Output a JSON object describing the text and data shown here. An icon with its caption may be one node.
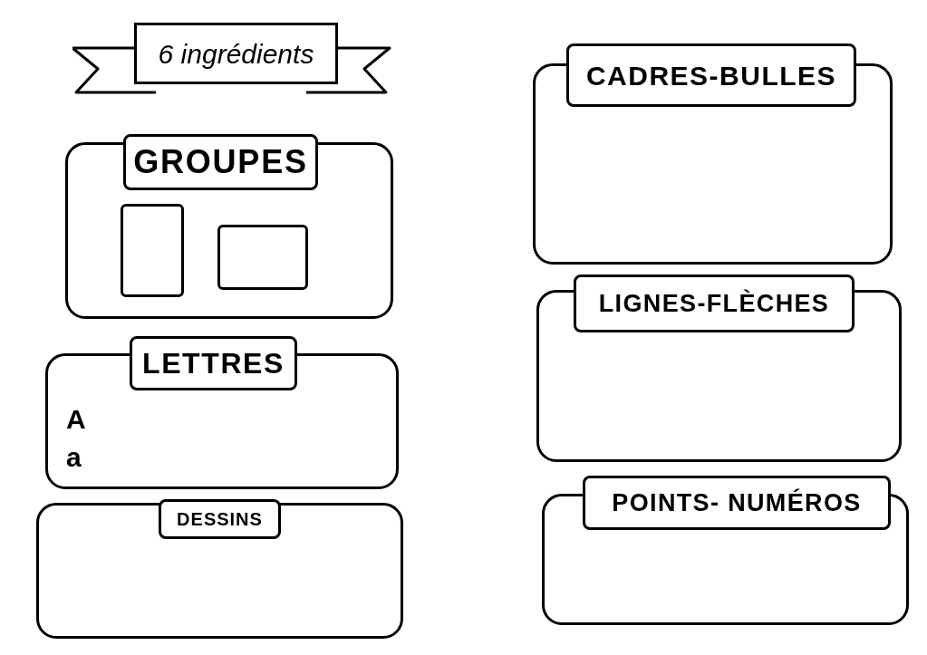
{
  "diagram": {
    "title": "6 ingrédients",
    "nodes": [
      {
        "text": [
          "GROUPES"
        ]
      },
      {
        "text": [],
        "shape": "box",
        "in": 0
      },
      {
        "text": [],
        "shape": "box",
        "in": 0
      },
      {
        "text": [
          "LETTRES"
        ]
      },
      {
        "text": [
          "DESSINS"
        ]
      },
      {
        "text": [
          "CADRES-BULLES"
        ]
      },
      {
        "text": [
          "LIGNES-FLÈCHES"
        ]
      },
      {
        "text": [
          "POINTS- NUMÉROS"
        ]
      }
    ],
    "edges": [],
    "labels": [
      "A",
      "a"
    ]
  }
}
